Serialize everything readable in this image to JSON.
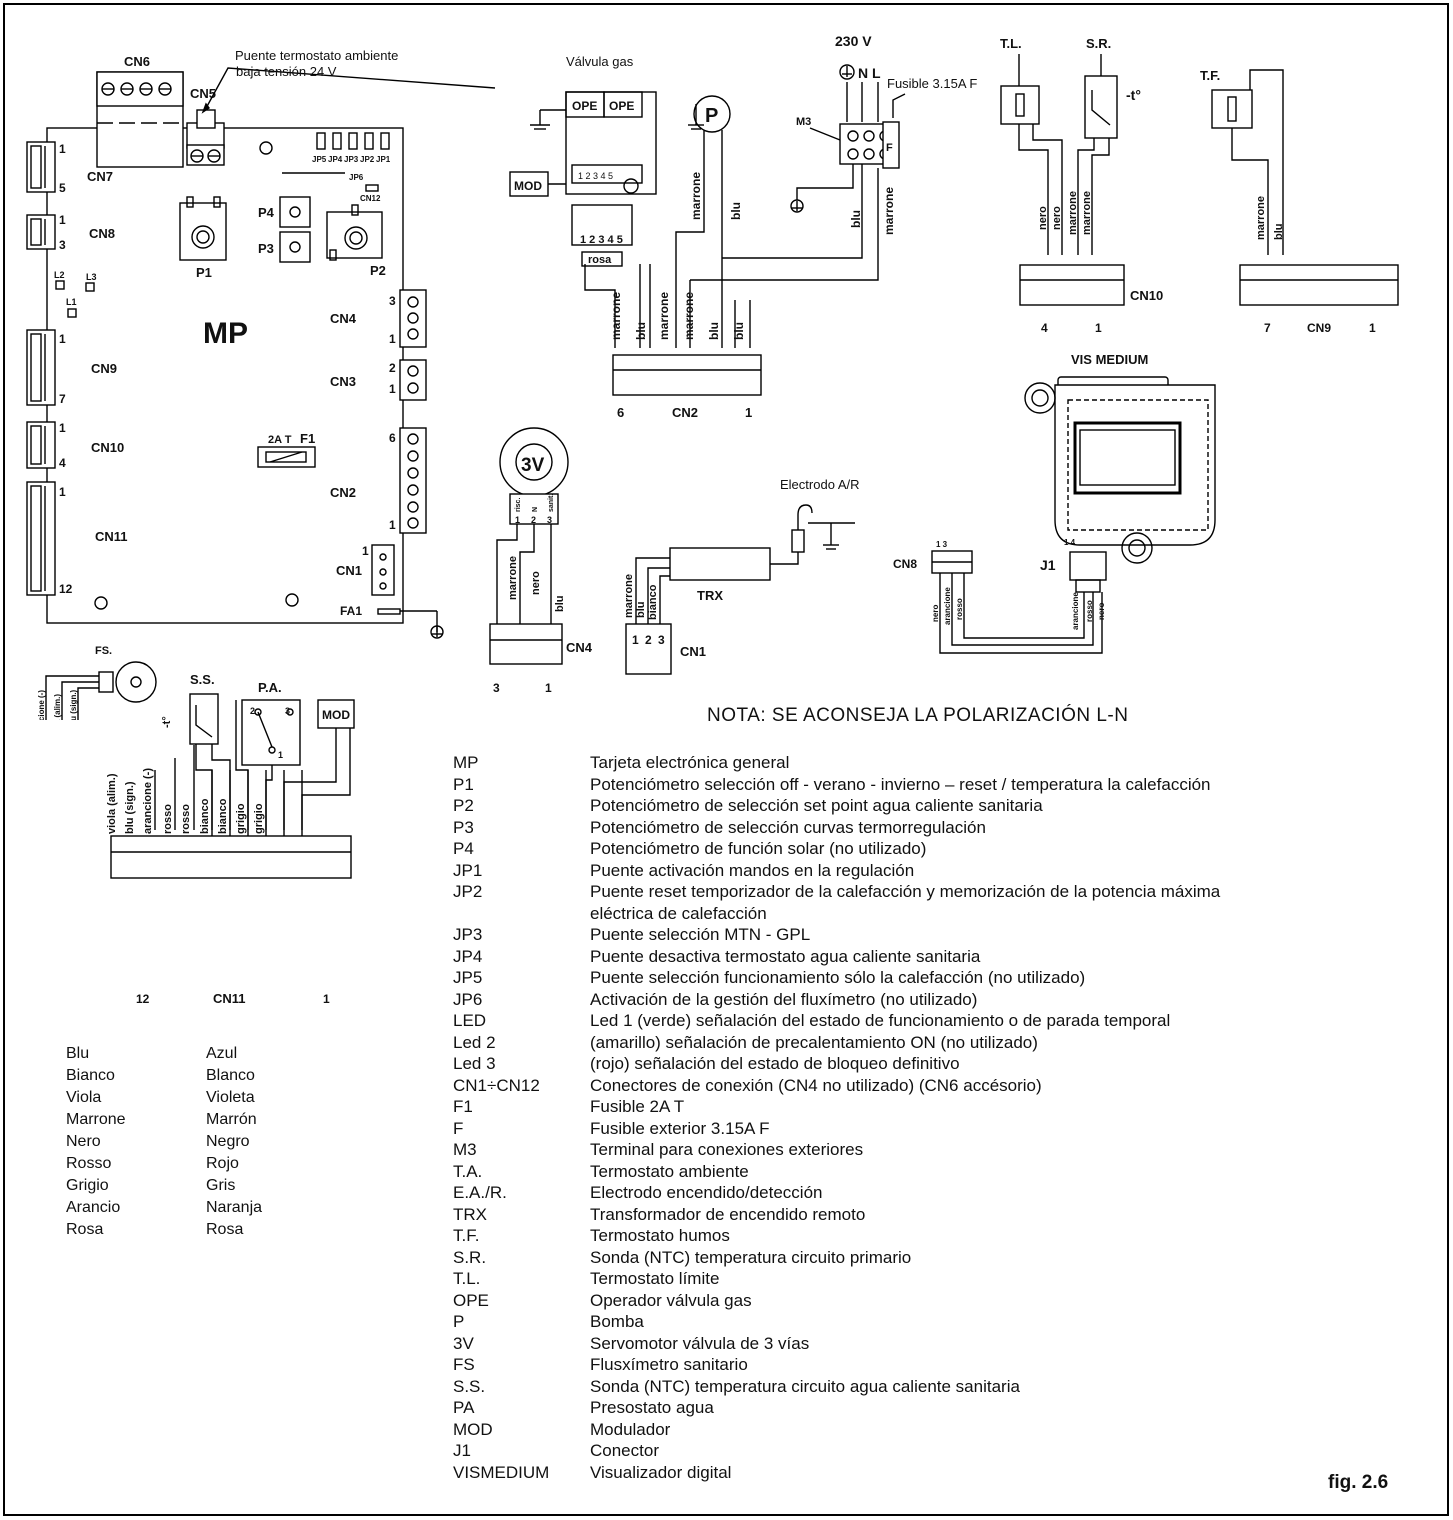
{
  "diagram": {
    "board": {
      "name": "MP",
      "connectors": [
        "CN1",
        "CN2",
        "CN3",
        "CN4",
        "CN5",
        "CN6",
        "CN7",
        "CN8",
        "CN9",
        "CN10",
        "CN11",
        "CN12"
      ],
      "pins": {
        "cn7_a": "1",
        "cn7_b": "5",
        "cn8_a": "1",
        "cn8_b": "3",
        "cn9_a": "1",
        "cn9_b": "7",
        "cn10_a": "1",
        "cn10_b": "4",
        "cn11_a": "1",
        "cn11_b": "12",
        "cn4_a": "3",
        "cn4_b": "1",
        "cn3_a": "2",
        "cn3_b": "1",
        "cn2_a": "6",
        "cn2_b": "1",
        "cn1_a": "1"
      },
      "pots": [
        "P1",
        "P2",
        "P3",
        "P4"
      ],
      "leds": [
        "L1",
        "L2",
        "L3"
      ],
      "jumpers": [
        "JP5",
        "JP4",
        "JP3",
        "JP2",
        "JP1"
      ],
      "jp6": "JP6",
      "fuse": "F1",
      "fuse_rating": "2A T",
      "fa1": "FA1"
    },
    "cn5_note_line1": "Puente termostato ambiente",
    "cn5_note_line2": "baja tensión 24 V",
    "gas_valve": {
      "title": "Válvula gas",
      "ope1": "OPE",
      "ope2": "OPE",
      "mod": "MOD",
      "pins": "1 2 3 4 5",
      "rosa": "rosa"
    },
    "pump": "P",
    "mains": {
      "voltage": "230 V",
      "earth_n_l": "N  L",
      "fuse": "Fusible 3.15A F",
      "m3": "M3",
      "f": "F"
    },
    "wires_cn2": [
      "marrone",
      "blu",
      "marrone",
      "marrone",
      "blu",
      "blu"
    ],
    "cn2_label": "CN2",
    "cn2_pin_left": "6",
    "cn2_pin_right": "1",
    "valve_wires": [
      "marrone",
      "blu"
    ],
    "mains_wires": [
      "blu",
      "marrone"
    ],
    "tl": "T.L.",
    "sr": "S.R.",
    "tf": "T.F.",
    "temp_symbol": "-t°",
    "cn10_wires": [
      "nero",
      "nero",
      "marrone",
      "marrone"
    ],
    "cn10_label": "CN10",
    "cn10_pin_left": "4",
    "cn10_pin_right": "1",
    "cn9_wires": [
      "marrone",
      "blu"
    ],
    "cn9_label": "CN9",
    "cn9_pin_left": "7",
    "cn9_pin_right": "1",
    "vis_medium": "VIS MEDIUM",
    "cn8": {
      "label": "CN8",
      "pins": "1   3",
      "wires": [
        "nero",
        "arancione",
        "rosso"
      ]
    },
    "j1": {
      "label": "J1",
      "pins": "1   4",
      "wires": [
        "arancione",
        "rosso",
        "nero"
      ]
    },
    "three_v": {
      "label": "3V",
      "pins": [
        "risc.",
        "N",
        "sanit."
      ],
      "nums": [
        "1",
        "2",
        "3"
      ],
      "wires": [
        "marrone",
        "nero",
        "blu"
      ],
      "cn4": "CN4",
      "pin_left": "3",
      "pin_right": "1"
    },
    "electrode": "Electrodo A/R",
    "trx": "TRX",
    "cn1": {
      "label": "CN1",
      "wires": [
        "marrone",
        "blu",
        "bianco"
      ],
      "pins": [
        "1",
        "2",
        "3"
      ]
    },
    "fs": "FS.",
    "fs_wires": [
      "arancione (-)",
      "viola (alim.)",
      "blu (sign.)"
    ],
    "ss": "S.S.",
    "pa": "P.A.",
    "pa_pins": [
      "2",
      "3",
      "1"
    ],
    "mod": "MOD",
    "cn11_wires": [
      "viola (alim.)",
      "blu (sign.)",
      "arancione (-)",
      "rosso",
      "rosso",
      "bianco",
      "bianco",
      "grigio",
      "grigio"
    ],
    "cn11_label": "CN11",
    "cn11_pin_left": "12",
    "cn11_pin_right": "1"
  },
  "nota": "NOTA: SE ACONSEJA  LA POLARIZACIÓN L-N",
  "legend": [
    {
      "code": "MP",
      "desc": "Tarjeta electrónica general"
    },
    {
      "code": "P1",
      "desc": "Potenciómetro selección off - verano - invierno – reset / temperatura la calefacción"
    },
    {
      "code": "P2",
      "desc": "Potenciómetro de selección set point agua caliente sanitaria"
    },
    {
      "code": "P3",
      "desc": "Potenciómetro de selección curvas termorregulación"
    },
    {
      "code": "P4",
      "desc": "Potenciómetro de función solar (no utilizado)"
    },
    {
      "code": "JP1",
      "desc": "Puente activación mandos en la regulación"
    },
    {
      "code": "JP2",
      "desc": "Puente reset temporizador de la calefacción y memorización de la potencia máxima"
    },
    {
      "code": "",
      "desc": "eléctrica de calefacción"
    },
    {
      "code": "JP3",
      "desc": "Puente selección MTN - GPL"
    },
    {
      "code": "JP4",
      "desc": "Puente desactiva termostato agua caliente sanitaria"
    },
    {
      "code": "JP5",
      "desc": "Puente selección funcionamiento sólo la calefacción (no utilizado)"
    },
    {
      "code": "JP6",
      "desc": "Activación de la gestión del fluxímetro (no utilizado)"
    },
    {
      "code": "LED",
      "desc": "Led 1 (verde) señalación del estado de funcionamiento o de parada temporal"
    },
    {
      "code": "Led 2",
      "desc": "(amarillo) señalación de precalentamiento ON (no utilizado)"
    },
    {
      "code": "Led 3",
      "desc": "(rojo) señalación del estado de bloqueo definitivo"
    },
    {
      "code": "CN1÷CN12",
      "desc": " Conectores de conexión (CN4 no utilizado) (CN6 accésorio)"
    },
    {
      "code": "F1",
      "desc": "Fusible 2A T"
    },
    {
      "code": "F",
      "desc": "Fusible exterior 3.15A F"
    },
    {
      "code": "M3",
      "desc": "Terminal para conexiones exteriores"
    },
    {
      "code": "T.A.",
      "desc": "Termostato ambiente"
    },
    {
      "code": "E.A./R.",
      "desc": "Electrodo encendido/detección"
    },
    {
      "code": "TRX",
      "desc": "Transformador de encendido remoto"
    },
    {
      "code": "T.F.",
      "desc": "Termostato humos"
    },
    {
      "code": "S.R.",
      "desc": "Sonda (NTC) temperatura circuito primario"
    },
    {
      "code": "T.L.",
      "desc": "Termostato límite"
    },
    {
      "code": "OPE",
      "desc": "Operador válvula gas"
    },
    {
      "code": "P",
      "desc": "Bomba"
    },
    {
      "code": "3V",
      "desc": "Servomotor válvula de 3 vías"
    },
    {
      "code": "FS",
      "desc": "Flusxímetro sanitario"
    },
    {
      "code": "S.S.",
      "desc": "Sonda (NTC) temperatura circuito agua caliente sanitaria"
    },
    {
      "code": "PA",
      "desc": "Presostato  agua"
    },
    {
      "code": "MOD",
      "desc": "Modulador"
    },
    {
      "code": "J1",
      "desc": "Conector"
    },
    {
      "code": "VISMEDIUM",
      "desc": "Visualizador digital"
    }
  ],
  "colors": [
    {
      "it": "Blu",
      "es": "Azul"
    },
    {
      "it": "Bianco",
      "es": "Blanco"
    },
    {
      "it": "Viola",
      "es": "Violeta"
    },
    {
      "it": "Marrone",
      "es": "Marrón"
    },
    {
      "it": "Nero",
      "es": "Negro"
    },
    {
      "it": "Rosso",
      "es": "Rojo"
    },
    {
      "it": "Grigio",
      "es": "Gris"
    },
    {
      "it": "Arancio",
      "es": "Naranja"
    },
    {
      "it": "Rosa",
      "es": "Rosa"
    }
  ],
  "fig": "fig. 2.6"
}
